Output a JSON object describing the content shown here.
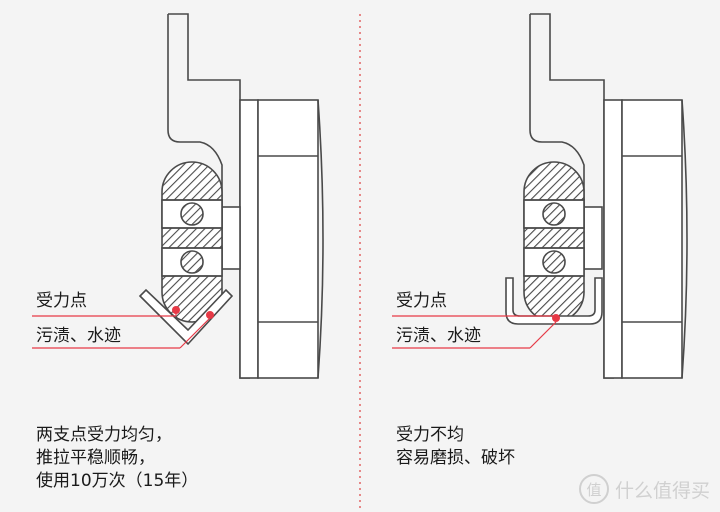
{
  "left_panel": {
    "force_point_label": "受力点",
    "stain_label": "污渍、水迹",
    "caption_lines": [
      "两支点受力均匀，",
      "推拉平稳顺畅，",
      "使用10万次（15年）"
    ]
  },
  "right_panel": {
    "force_point_label": "受力点",
    "stain_label": "污渍、水迹",
    "caption_lines": [
      "受力不均",
      "容易磨损、破坏"
    ]
  },
  "watermark": {
    "logo_glyph": "值",
    "text": "什么值得买"
  },
  "colors": {
    "stroke": "#4a4a4a",
    "accent_red": "#e63946",
    "divider": "#e05a5a"
  }
}
